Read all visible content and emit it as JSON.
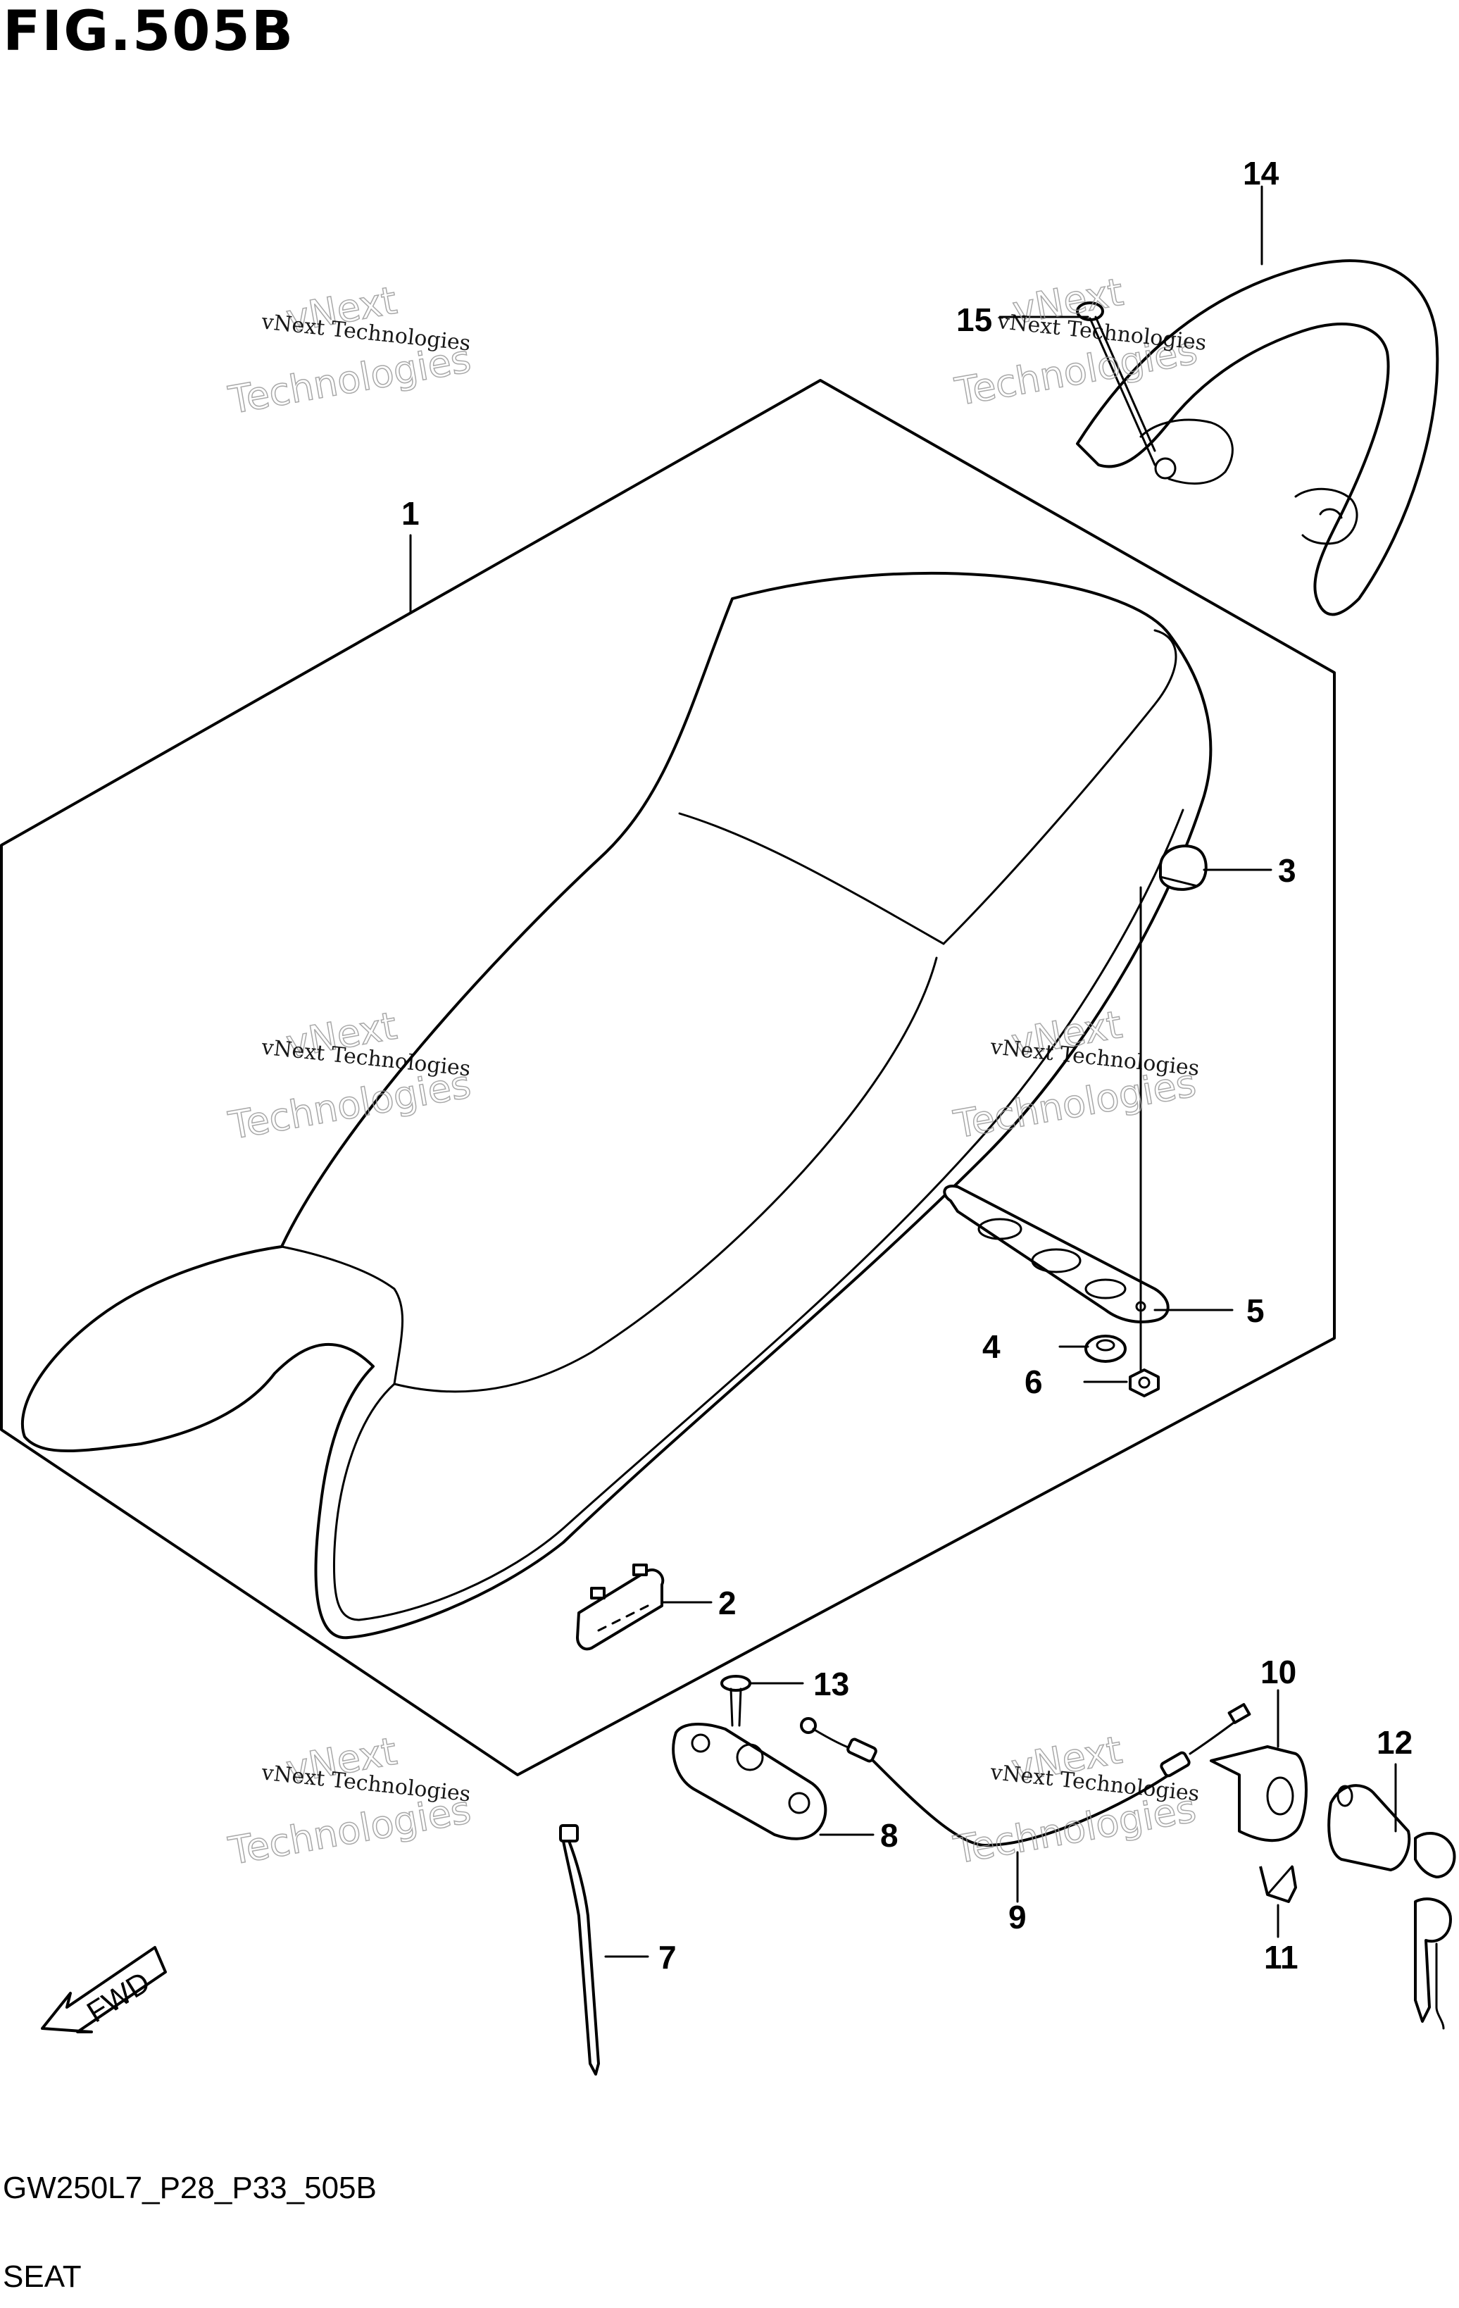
{
  "figure_title": "FIG.505B",
  "drawing_code": "GW250L7_P28_P33_505B",
  "caption": "SEAT",
  "direction_label": "FWD",
  "watermark": {
    "line1": "vNext Technologies",
    "line2": "vNext",
    "line3": "Technologies"
  },
  "callouts": [
    {
      "number": "1",
      "part": "seat"
    },
    {
      "number": "2",
      "part": "cushion"
    },
    {
      "number": "3",
      "part": "cap"
    },
    {
      "number": "4",
      "part": "washer"
    },
    {
      "number": "5",
      "part": "bracket"
    },
    {
      "number": "6",
      "part": "nut"
    },
    {
      "number": "7",
      "part": "clamp"
    },
    {
      "number": "8",
      "part": "seat lock"
    },
    {
      "number": "9",
      "part": "cable"
    },
    {
      "number": "10",
      "part": "holder"
    },
    {
      "number": "11",
      "part": "clip"
    },
    {
      "number": "12",
      "part": "lock set"
    },
    {
      "number": "13",
      "part": "screw"
    },
    {
      "number": "14",
      "part": "grab rail"
    },
    {
      "number": "15",
      "part": "bolt"
    }
  ]
}
